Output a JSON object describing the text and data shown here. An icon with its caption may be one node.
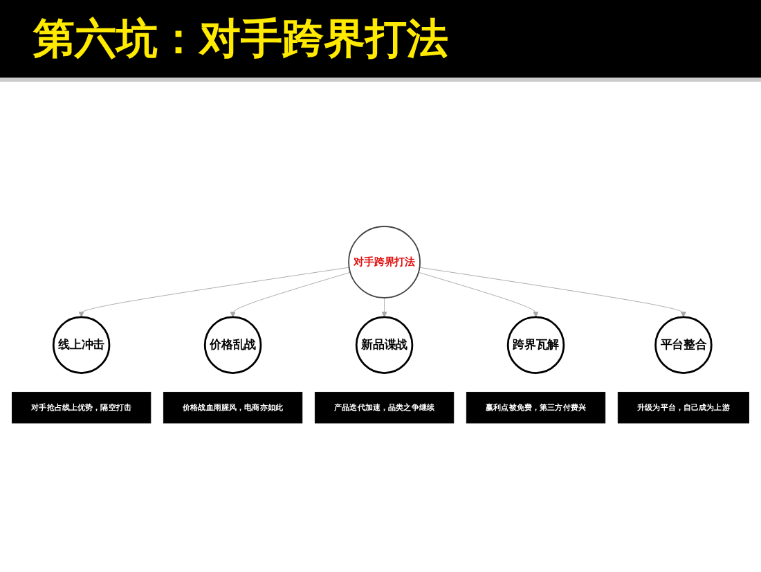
{
  "diagram": {
    "title": "第六坑：对手跨界打法",
    "nodes": [
      {
        "text": [
          "线上冲击"
        ],
        "beside": [
          "对手抢占线上优势，隔空打击"
        ]
      },
      {
        "text": [
          "平台整合"
        ],
        "beside": [
          "升级为平台，自己成为上游"
        ]
      },
      {
        "text": [
          "对手跨界打法"
        ]
      },
      {
        "text": [
          "价格乱战"
        ],
        "beside": [
          "价格战血雨腥风，电商亦如此"
        ]
      },
      {
        "text": [
          "跨界瓦解"
        ],
        "beside": [
          "赢利点被免费，第三方付费兴"
        ]
      },
      {
        "text": [
          "新品谍战"
        ],
        "beside": [
          "产品迭代加速，品类之争继续"
        ]
      }
    ],
    "edges": [
      {
        "from": 2,
        "to": 0,
        "arrow": "to"
      },
      {
        "from": 2,
        "to": 3,
        "arrow": "to"
      },
      {
        "from": 2,
        "to": 5,
        "arrow": "to"
      },
      {
        "from": 2,
        "to": 4,
        "arrow": "to"
      },
      {
        "from": 2,
        "to": 1,
        "arrow": "to"
      }
    ]
  }
}
